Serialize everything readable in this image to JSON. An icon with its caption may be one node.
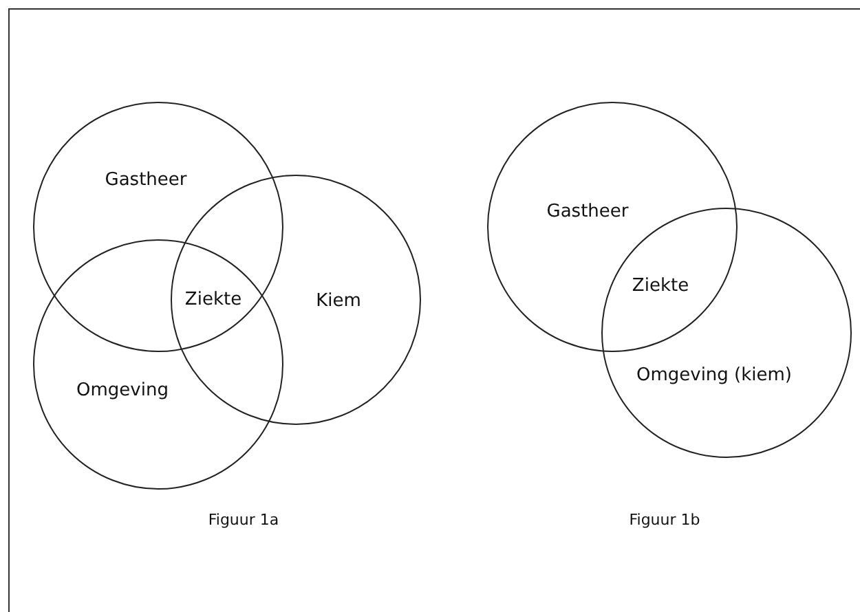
{
  "diagram": {
    "nodes": [
      {
        "text": [
          "Gastheer"
        ]
      },
      {
        "text": [
          "Kiem"
        ]
      },
      {
        "text": [
          "Omgeving"
        ]
      },
      {
        "text": [
          "Gastheer"
        ]
      },
      {
        "text": [
          "Omgeving (kiem)"
        ]
      }
    ],
    "labels": [
      "Ziekte",
      "Figuur 1a",
      "Ziekte",
      "Figuur 1b"
    ]
  }
}
